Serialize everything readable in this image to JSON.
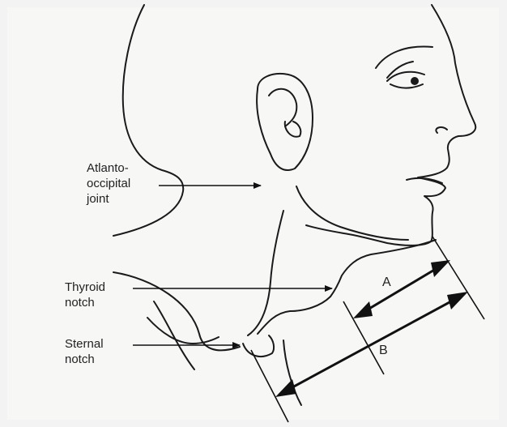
{
  "labels": {
    "atlanto": [
      "Atlanto-",
      "occipital",
      "joint"
    ],
    "thyroid": [
      "Thyroid",
      "notch"
    ],
    "sternal": [
      "Sternal",
      "notch"
    ]
  },
  "measures": {
    "a": "A",
    "b": "B"
  }
}
